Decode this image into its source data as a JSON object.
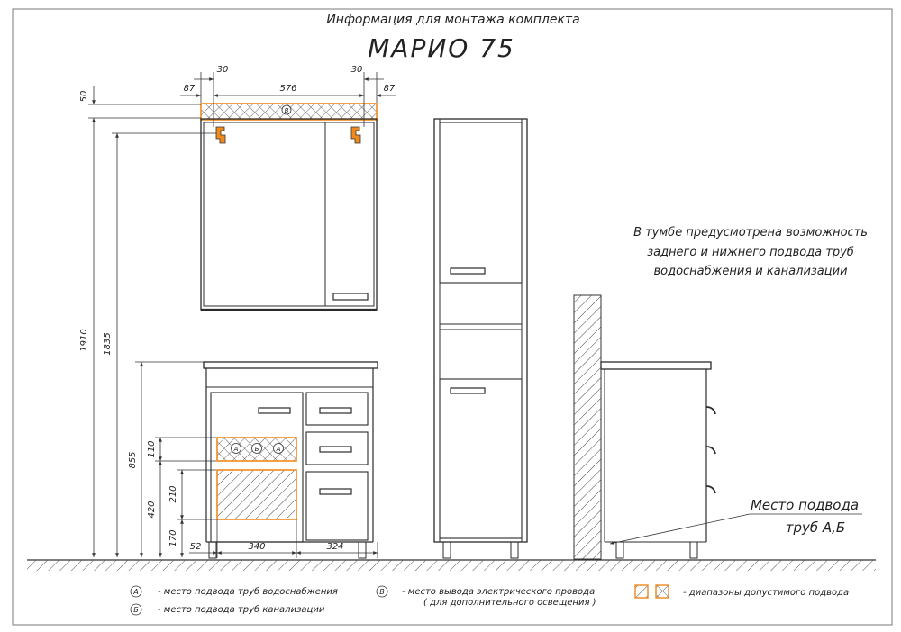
{
  "header": {
    "subtitle": "Информация для монтажа комплекта",
    "title": "МАРИО 75"
  },
  "dimensions": {
    "top_87_left": "87",
    "top_30_left": "30",
    "top_576": "576",
    "top_30_right": "30",
    "top_87_right": "87",
    "v_50": "50",
    "v_1910": "1910",
    "v_1835": "1835",
    "v_855": "855",
    "v_110": "110",
    "v_420": "420",
    "v_210": "210",
    "v_170": "170",
    "b_52": "52",
    "b_340": "340",
    "b_324": "324"
  },
  "markers": {
    "a": "А",
    "b": "Б",
    "v": "В"
  },
  "notes": {
    "rear_supply": [
      "В тумбе предусмотрена возможность",
      "заднего и нижнего подвода труб",
      "водоснабжения и канализации"
    ],
    "pipe_place_line1": "Место подвода",
    "pipe_place_line2": "труб А,Б"
  },
  "legend": {
    "a_text": "- место подвода труб водоснабжения",
    "b_text": "- место подвода труб канализации",
    "v_text_line1": "- место вывода электрического провода",
    "v_text_line2": "( для дополнительного освещения )",
    "ranges_text": "- диапазоны допустимого подвода"
  },
  "colors": {
    "line": "#2b2b2b",
    "accent": "#f08a1c",
    "frame": "#7a7a7a"
  }
}
